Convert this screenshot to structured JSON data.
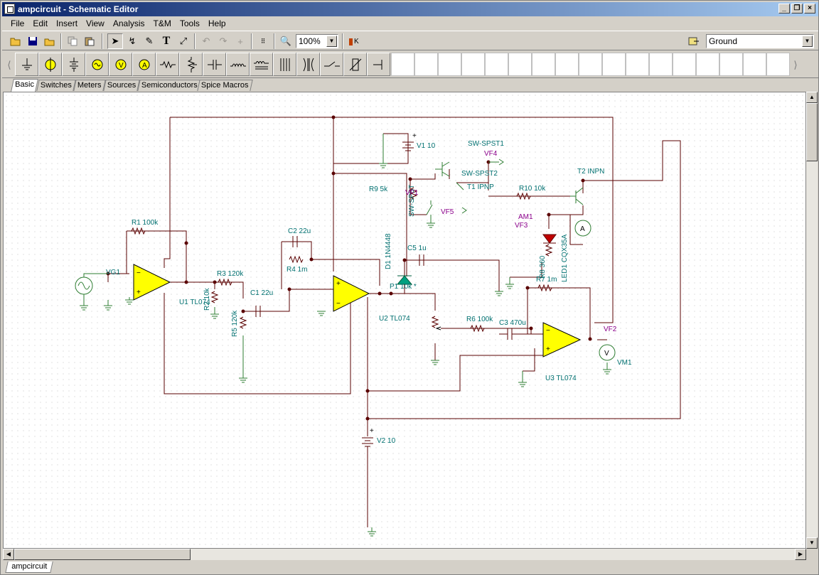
{
  "window": {
    "title": "ampcircuit - Schematic Editor"
  },
  "menu": [
    "File",
    "Edit",
    "Insert",
    "View",
    "Analysis",
    "T&M",
    "Tools",
    "Help"
  ],
  "toolbar": {
    "zoom": "100%",
    "ground_select": "Ground"
  },
  "part_tabs": [
    "Basic",
    "Switches",
    "Meters",
    "Sources",
    "Semiconductors",
    "Spice Macros"
  ],
  "active_part_tab": "Basic",
  "document_tab": "ampcircuit",
  "colors": {
    "opamp_fill": "#ffff00",
    "wire": "#5a0000",
    "component": "#2e7d32",
    "label": "#007070",
    "voltage_pin": "#8b008b",
    "led": "#c00000",
    "diode": "#00a080",
    "title_bar": "#0a246a"
  },
  "schematic": {
    "labels": {
      "r1": "R1 100k",
      "vg1": "VG1",
      "u1": "U1 TL074",
      "r2": "R2 10k",
      "r3": "R3 120k",
      "r5": "R5 120k",
      "c2": "C2 22u",
      "r4": "R4 1m",
      "c1": "C1 22u",
      "u2": "U2 TL074",
      "v1": "V1 10",
      "sw_spst1": "SW-SPST1",
      "vf4": "VF4",
      "sw_spst2": "SW-SPST2",
      "r9": "R9 5k",
      "sw_spst3": "SW-SPST",
      "vf1": "VF1",
      "t1": "T1 IPNP",
      "vf5": "VF5",
      "d1": "D1 1N4448",
      "c5": "C5 1u",
      "p1": "P1 10k *",
      "r10": "R10 10k",
      "t2": "T2 INPN",
      "am1": "AM1",
      "vf3": "VF3",
      "r8": "R8 360",
      "led1": "LED1 CQX35A",
      "r7": "R7 1m",
      "r6": "R6 100k",
      "c3": "C3 470u",
      "u3": "U3 TL074",
      "vf2": "VF2",
      "vm1": "VM1",
      "v2": "V2 10",
      "ammeter": "A",
      "voltmeter": "V"
    }
  }
}
